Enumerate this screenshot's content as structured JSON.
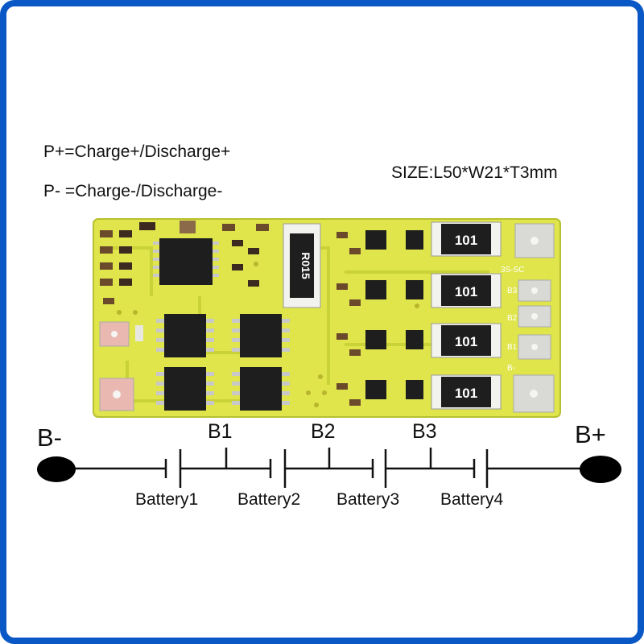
{
  "legend": {
    "p_plus": "P+=Charge+/Discharge+",
    "p_minus": "P- =Charge-/Discharge-",
    "size": "SIZE:L50*W21*T3mm"
  },
  "terminals": {
    "negative": "B-",
    "positive": "B+"
  },
  "nodes": [
    "B1",
    "B2",
    "B3"
  ],
  "batteries": [
    "Battery1",
    "Battery2",
    "Battery3",
    "Battery4"
  ],
  "board": {
    "resistor_marking": "R015",
    "shunt_marking": "101",
    "pad_labels": [
      "3S-SC",
      "B3",
      "B2",
      "B1",
      "B-"
    ],
    "colors": {
      "pcb": "#dfe54a",
      "chip": "#1e1e1e",
      "pad": "#d9dad5",
      "frame": "#0a58c6"
    }
  }
}
